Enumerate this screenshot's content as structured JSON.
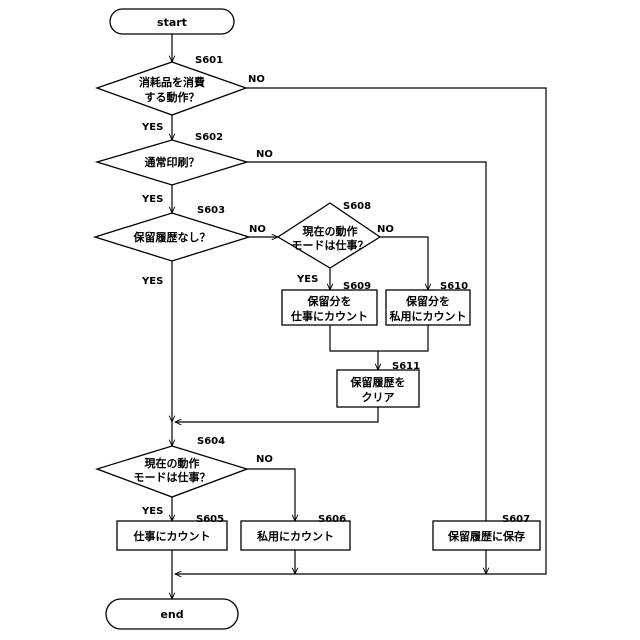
{
  "nodes": {
    "start": {
      "lines": [
        "start"
      ]
    },
    "s601": {
      "step": "S601",
      "lines": [
        "消耗品を消費",
        "する動作？"
      ]
    },
    "s602": {
      "step": "S602",
      "lines": [
        "通常印刷？"
      ]
    },
    "s603": {
      "step": "S603",
      "lines": [
        "保留履歴なし？"
      ]
    },
    "s608": {
      "step": "S608",
      "lines": [
        "現在の動作",
        "モードは仕事？"
      ]
    },
    "s609": {
      "step": "S609",
      "lines": [
        "保留分を",
        "仕事にカウント"
      ]
    },
    "s610": {
      "step": "S610",
      "lines": [
        "保留分を",
        "私用にカウント"
      ]
    },
    "s611": {
      "step": "S611",
      "lines": [
        "保留履歴を",
        "クリア"
      ]
    },
    "s604": {
      "step": "S604",
      "lines": [
        "現在の動作",
        "モードは仕事？"
      ]
    },
    "s605": {
      "step": "S605",
      "lines": [
        "仕事にカウント"
      ]
    },
    "s606": {
      "step": "S606",
      "lines": [
        "私用にカウント"
      ]
    },
    "s607": {
      "step": "S607",
      "lines": [
        "保留履歴に保存"
      ]
    },
    "end": {
      "lines": [
        "end"
      ]
    }
  },
  "edge_labels": {
    "s601_no": "NO",
    "s601_yes": "YES",
    "s602_no": "NO",
    "s602_yes": "YES",
    "s603_no": "NO",
    "s603_yes": "YES",
    "s608_no": "NO",
    "s608_yes": "YES",
    "s604_no": "NO",
    "s604_yes": "YES"
  }
}
